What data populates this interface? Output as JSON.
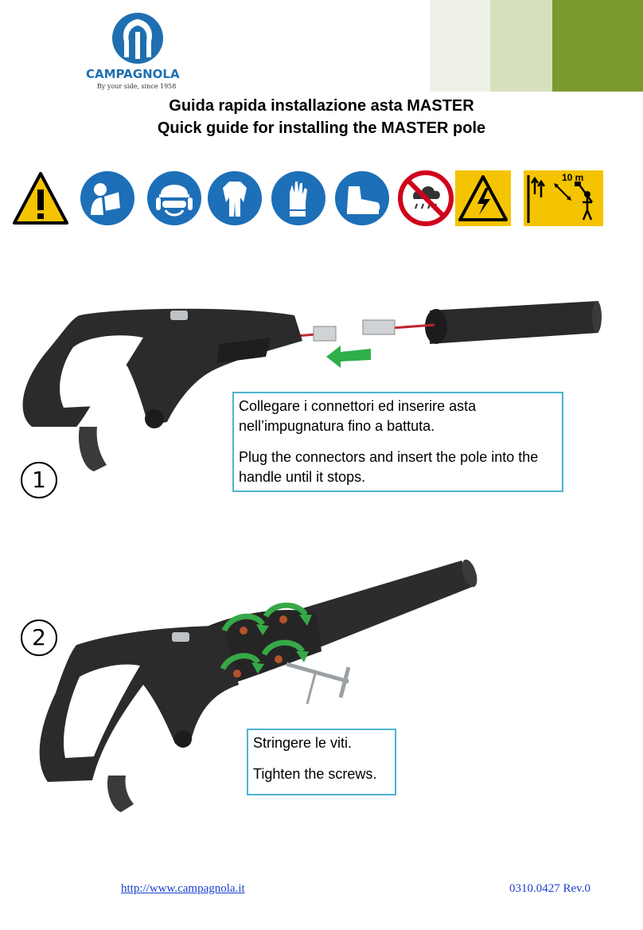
{
  "brand": {
    "name": "CAMPAGNOLA",
    "tagline": "By your side, since 1958",
    "colors": {
      "brand_blue": "#1f6fb0",
      "band_light": "#eef1e6",
      "band_mid": "#d6e0bf",
      "band_dark": "#7a9a2e",
      "accent_cyan": "#4fb3d0"
    }
  },
  "title": {
    "line1": "Guida rapida installazione asta MASTER",
    "line2": "Quick guide for installing the MASTER pole"
  },
  "safety_icons": [
    "general-warning-icon",
    "read-manual-icon",
    "helmet-goggles-ear-protection-icon",
    "protective-clothing-icon",
    "protective-gloves-icon",
    "safety-boots-icon",
    "no-use-in-rain-icon",
    "electrical-hazard-icon",
    "keep-10m-distance-icon"
  ],
  "distance_label": "10 m",
  "steps": [
    {
      "number": "1",
      "text_it": "Collegare i connettori ed inserire asta nell’impugnatura fino a battuta.",
      "text_en": "Plug the connectors and insert the pole into the handle until it stops."
    },
    {
      "number": "2",
      "text_it": "Stringere le viti.",
      "text_en": "Tighten the screws."
    }
  ],
  "footer": {
    "url": "http://www.campagnola.it",
    "doc_code": "0310.0427 Rev.0"
  }
}
